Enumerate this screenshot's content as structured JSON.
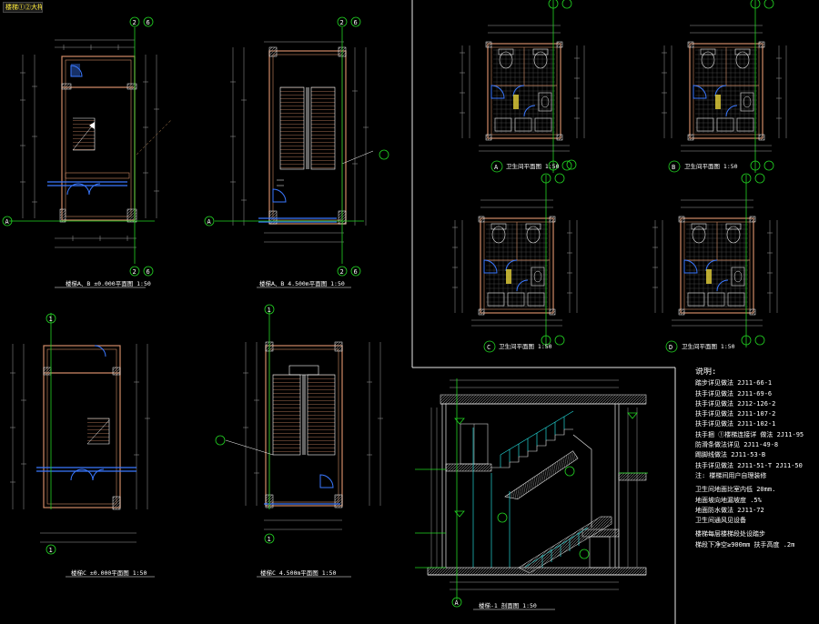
{
  "tab_label": "楼梯①②大样表",
  "plans": {
    "p1": "楼梯A、B ±0.000平面图 1:50",
    "p2": "楼梯A、B 4.500m平面图 1:50",
    "p3": "楼梯C ±0.000平面图 1:50",
    "p4": "楼梯C 4.500m平面图 1:50",
    "section": "楼梯-1 剖面图 1:50"
  },
  "toilets": {
    "a_label": "卫生间平面图 1:50",
    "b_label": "卫生间平面图 1:50",
    "c_label": "卫生间平面图 1:50",
    "d_label": "卫生间平面图 1:50",
    "a_letter": "A",
    "b_letter": "B",
    "c_letter": "C",
    "d_letter": "D"
  },
  "axes": {
    "a": "A",
    "two": "2",
    "six": "6",
    "one": "1",
    "c": "C"
  },
  "notes": {
    "title": "说明:",
    "l1": "踏步详见做法 2J11-66-1",
    "l2": "扶手详见做法 2J11-69-6",
    "l3": "扶手详见做法 2J12-126-2",
    "l4": "扶手详见做法 2J11-107-2",
    "l5": "扶手详见做法 2J11-102-1",
    "l6": "扶手捆 ①楼梯连接详 做法 2J11-95",
    "l7": "防滑条做法详见 2J11-49-8",
    "l8": "踢脚线做法 2J11-53-B",
    "l9": "扶手详见做法 2J11-51-T 2J11-50",
    "l10": "注: 楼梯间用户自理装修",
    "l11": "卫生间地面比室内低 20mm.",
    "l12": "地面坡向地漏坡度 .5%",
    "l13": "地面防水做法 2J11-72",
    "l14": "卫生间通风见设备",
    "l15": "楼梯每层楼梯段处设踏步",
    "l16": "梯段下净空≥900mm 扶手高度 .2m"
  }
}
